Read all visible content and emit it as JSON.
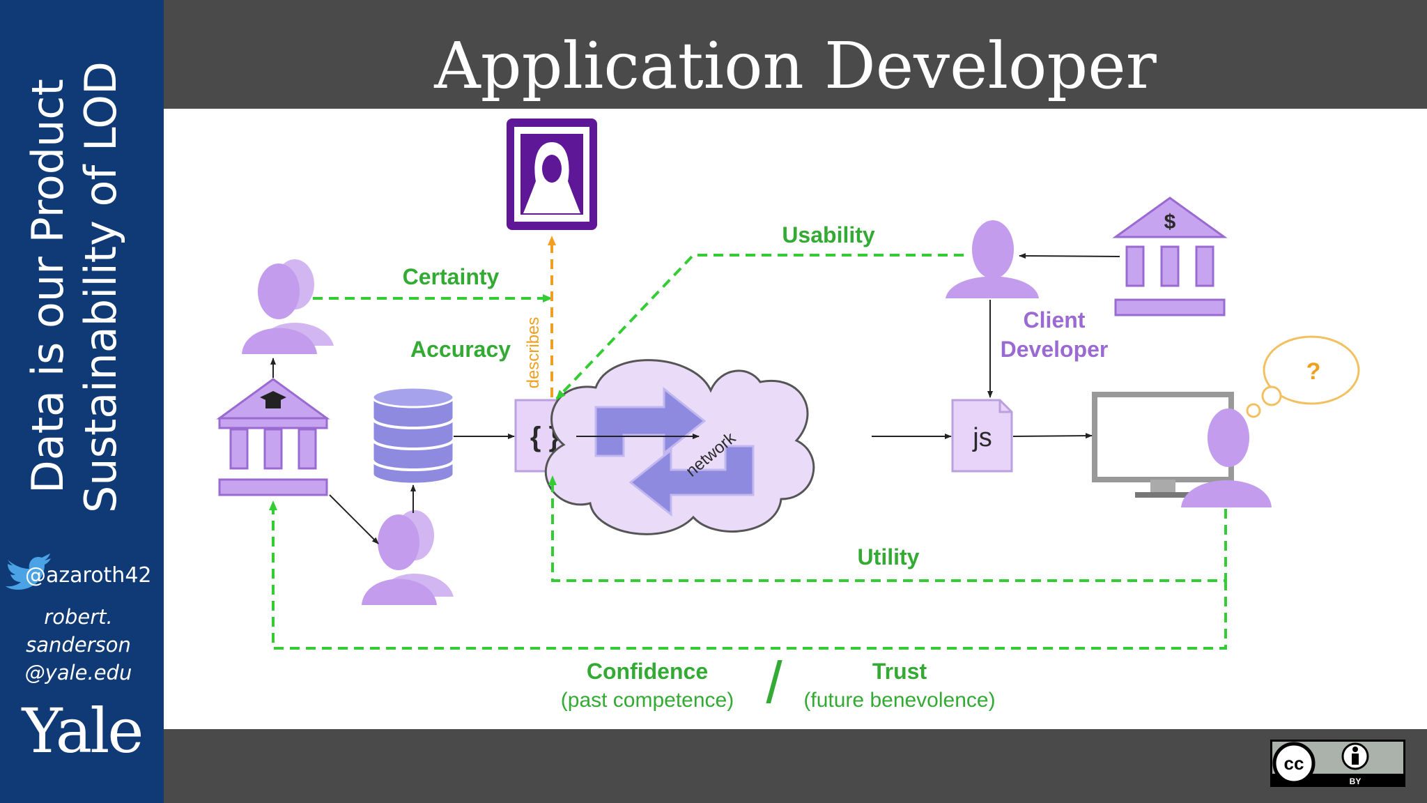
{
  "sidebar": {
    "title_line1": "Data is our Product",
    "title_line2": "Sustainability of LOD",
    "twitter_handle": "@azaroth42",
    "email_line1": "robert.",
    "email_line2": "sanderson",
    "email_line3": "@yale.edu",
    "logo_text": "Yale"
  },
  "header": {
    "title": "Application Developer"
  },
  "diagram": {
    "labels": {
      "certainty": "Certainty",
      "accuracy": "Accuracy",
      "usability": "Usability",
      "describes": "describes",
      "client_line1": "Client",
      "client_line2": "Developer",
      "network": "network",
      "json_icon": "{ }",
      "js_icon": "js",
      "question": "?",
      "dollar": "$",
      "utility": "Utility",
      "confidence": "Confidence",
      "past_competence": "(past competence)",
      "slash": "/",
      "trust": "Trust",
      "future_benevolence": "(future benevolence)"
    },
    "colors": {
      "quality_lines": "#33aa33",
      "describes_line": "#f0a020",
      "entities": "#c7a4ef",
      "client_label": "#9a6ad2"
    }
  },
  "footer": {
    "license_cc": "cc",
    "license_by": "BY"
  }
}
